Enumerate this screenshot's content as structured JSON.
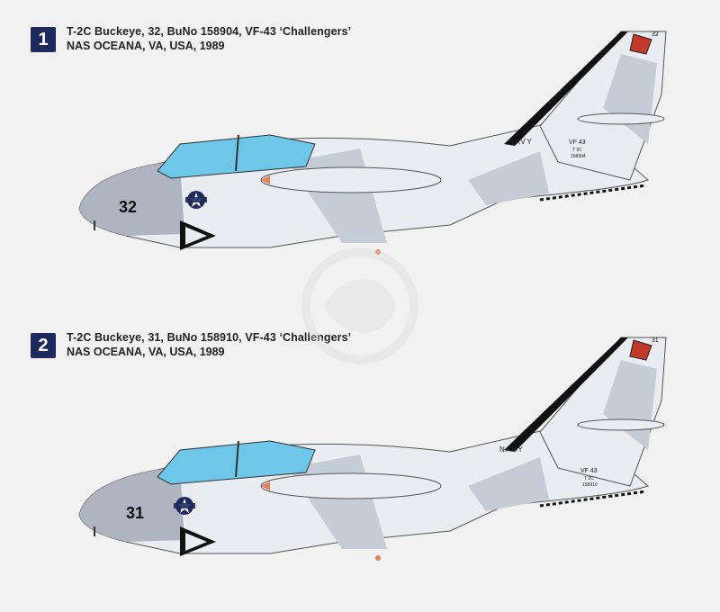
{
  "profiles": [
    {
      "number": "1",
      "title": "T-2C Buckeye, 32, BuNo 158904, VF-43 ‘Challengers’",
      "location": "NAS OCEANA, VA, USA, 1989",
      "modex": "32",
      "tail_code": "32",
      "navy": "NAVY",
      "squadron": "VF 43",
      "type": "T 2C",
      "buno": "158904"
    },
    {
      "number": "2",
      "title": "T-2C Buckeye, 31, BuNo 158910, VF-43 ‘Challengers’",
      "location": "NAS OCEANA, VA, USA, 1989",
      "modex": "31",
      "tail_code": "31",
      "navy": "NAVY",
      "squadron": "VF 43",
      "type": "T 2C",
      "buno": "158910"
    }
  ],
  "colors": {
    "badge": "#1f2a5c",
    "light_grey": "#e9ecf0",
    "mid_grey": "#c6ccd6",
    "nose_grey": "#aeb4c0",
    "canopy": "#6ec6e8",
    "black": "#111111"
  }
}
